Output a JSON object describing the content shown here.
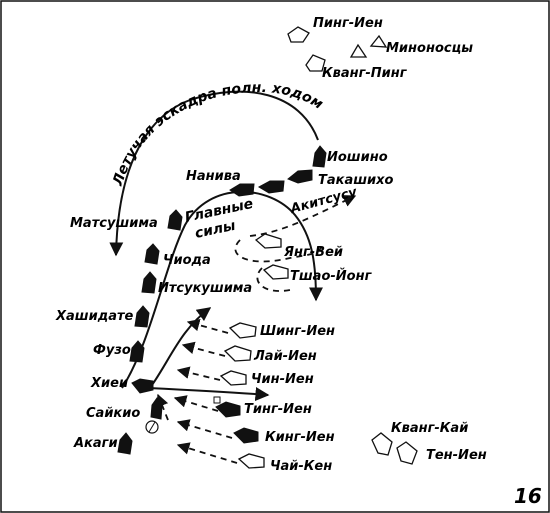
{
  "figure_number": "16",
  "labels": {
    "ping_ien": "Пинг-Иен",
    "minonostsy": "Миноносцы",
    "kvang_ping": "Кванг-Пинг",
    "flying_squadron": "Летучая эскадра полн. ходом",
    "ioshino": "Иошино",
    "takashikho": "Такашихо",
    "naniva": "Нанива",
    "akitsusu": "Акитсусу",
    "glavnye": "Главные",
    "sily": "силы",
    "matsushima": "Матсушима",
    "yang_vei": "Янг-Вей",
    "chioda": "Чиода",
    "tshao_iong": "Тшао-Йонг",
    "itsukushima": "Итсукушима",
    "khashidate": "Хашидате",
    "shing_ien": "Шинг-Иен",
    "fuzo": "Фузо",
    "lai_ien": "Лай-Иен",
    "khiei": "Хиеи",
    "chin_ien": "Чин-Иен",
    "saikio": "Сайкио",
    "ting_ien": "Тинг-Иен",
    "kvang_kai": "Кванг-Кай",
    "akagi": "Акаги",
    "king_ien": "Кинг-Иен",
    "ten_ien": "Тен-Иен",
    "chai_ken": "Чай-Кен"
  }
}
